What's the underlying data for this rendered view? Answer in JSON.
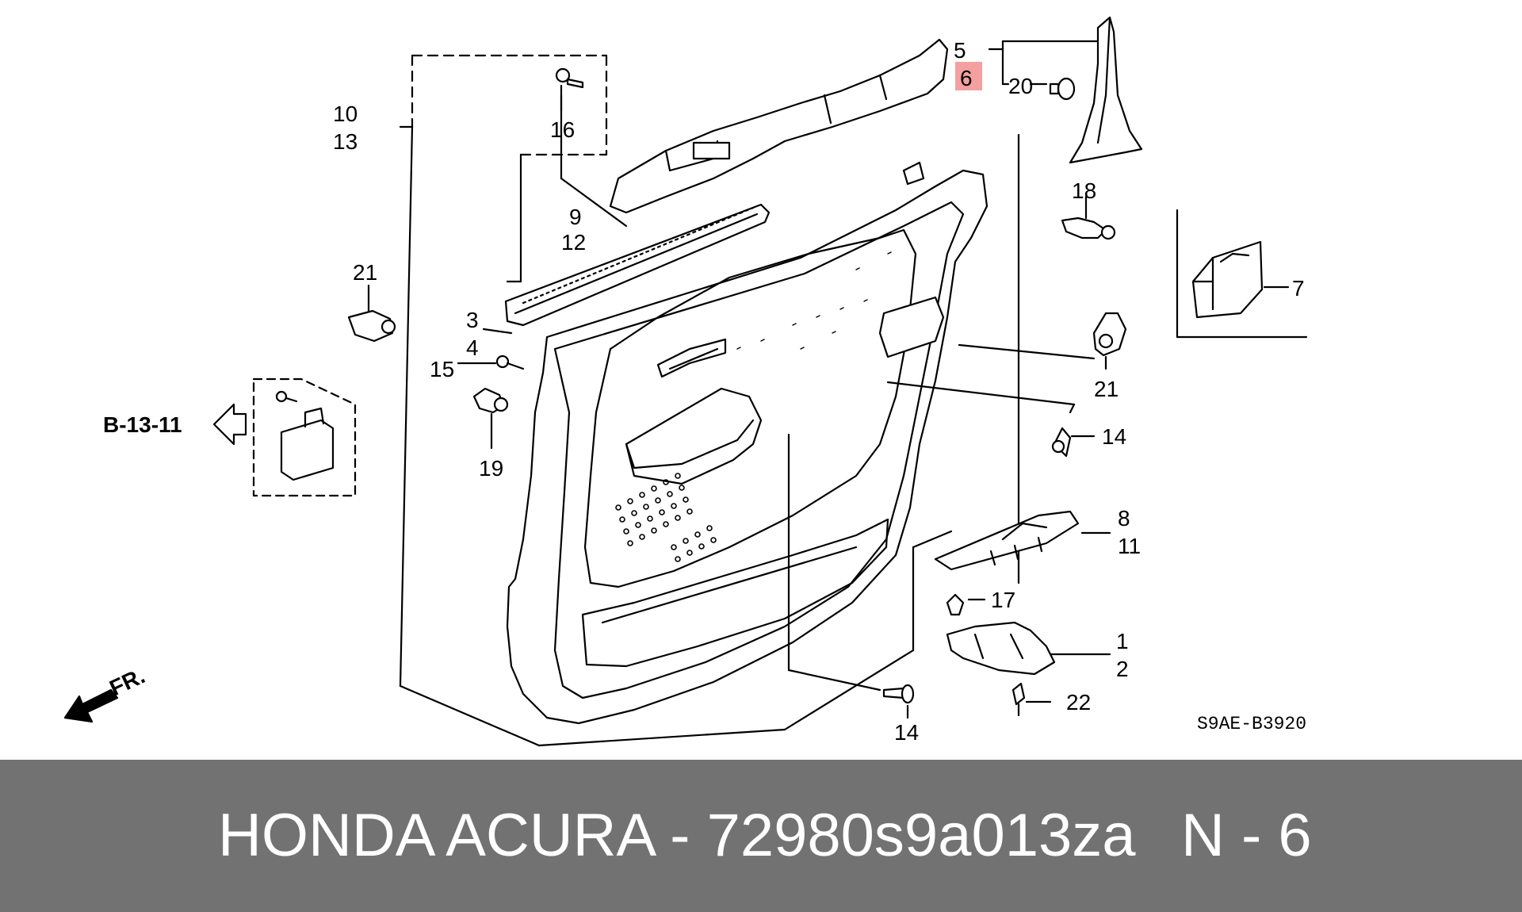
{
  "diagram": {
    "ref_code": "S9AE-B3920",
    "cross_ref": "B-13-11",
    "front_marker": "FR.",
    "highlight_color": "#f4a0a0",
    "part_labels": {
      "p1": "1",
      "p2": "2",
      "p3": "3",
      "p4": "4",
      "p5": "5",
      "p6": "6",
      "p7": "7",
      "p8": "8",
      "p9": "9",
      "p10": "10",
      "p11": "11",
      "p12": "12",
      "p13": "13",
      "p14a": "14",
      "p14b": "14",
      "p15": "15",
      "p16": "16",
      "p17": "17",
      "p18": "18",
      "p19": "19",
      "p20": "20",
      "p21a": "21",
      "p21b": "21",
      "p22": "22"
    }
  },
  "footer": {
    "title": "HONDA ACURA - 72980s9a013za",
    "page": "N - 6",
    "background": "#727272"
  }
}
